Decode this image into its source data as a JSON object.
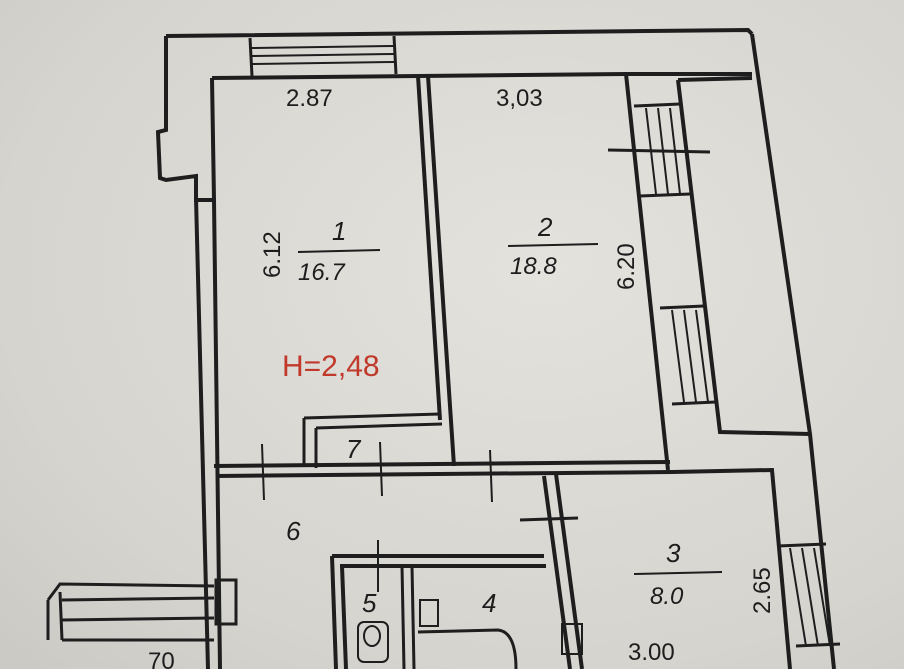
{
  "plan": {
    "ceiling_height": "H=2,48",
    "wall_dims": {
      "top_left": "2.87",
      "top_right": "3,03",
      "room1_side": "6.12",
      "room2_side": "6.20",
      "room3_side": "2.65",
      "bottom": "3.00",
      "corner_partial": "70"
    },
    "rooms": [
      {
        "number": "1",
        "area": "16.7"
      },
      {
        "number": "2",
        "area": "18.8"
      },
      {
        "number": "3",
        "area": "8.0"
      },
      {
        "number": "4"
      },
      {
        "number": "5"
      },
      {
        "number": "6"
      },
      {
        "number": "7"
      }
    ]
  }
}
